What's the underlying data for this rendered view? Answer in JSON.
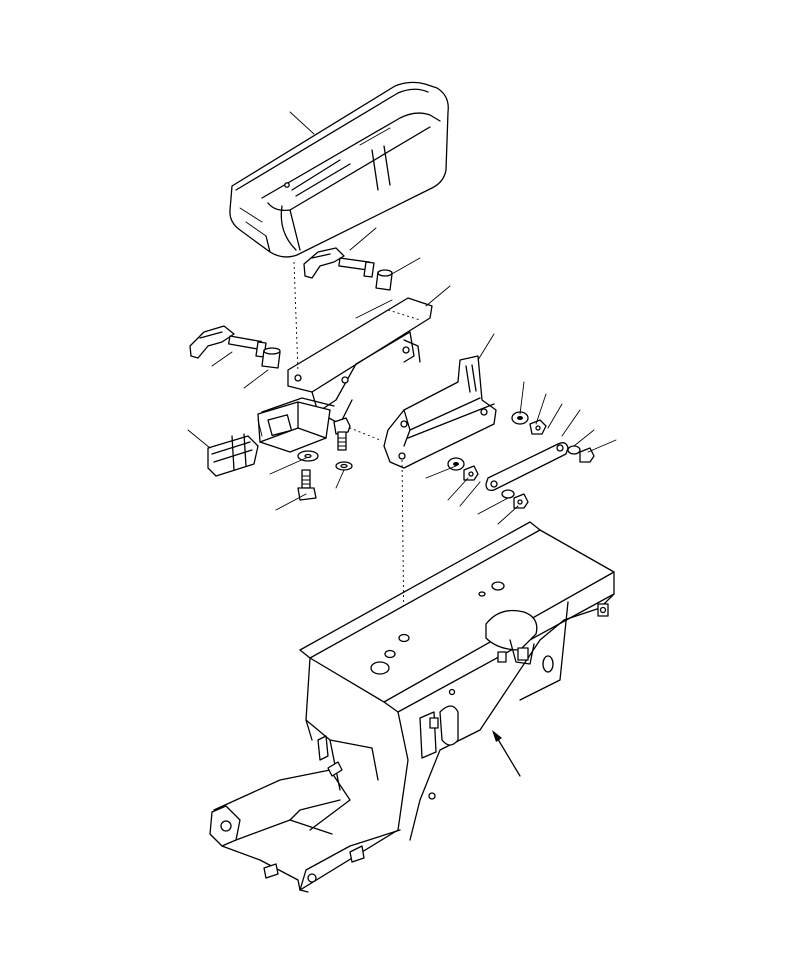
{
  "diagram": {
    "colors": {
      "line": "#000000",
      "background": "#ffffff"
    },
    "parts": [
      "armrest-cushion",
      "lever-knob-upper",
      "spacer-upper",
      "mounting-bracket-top",
      "lever-knob-lower",
      "spacer-lower",
      "connector-housing",
      "connector-plug",
      "bolt-a",
      "washer-a",
      "bolt-b",
      "washer-b",
      "side-bracket",
      "washer-c",
      "nut-c",
      "washer-d",
      "nut-d",
      "link-plate",
      "washer-e",
      "nut-e",
      "frame-base"
    ],
    "leader_count": 21
  }
}
